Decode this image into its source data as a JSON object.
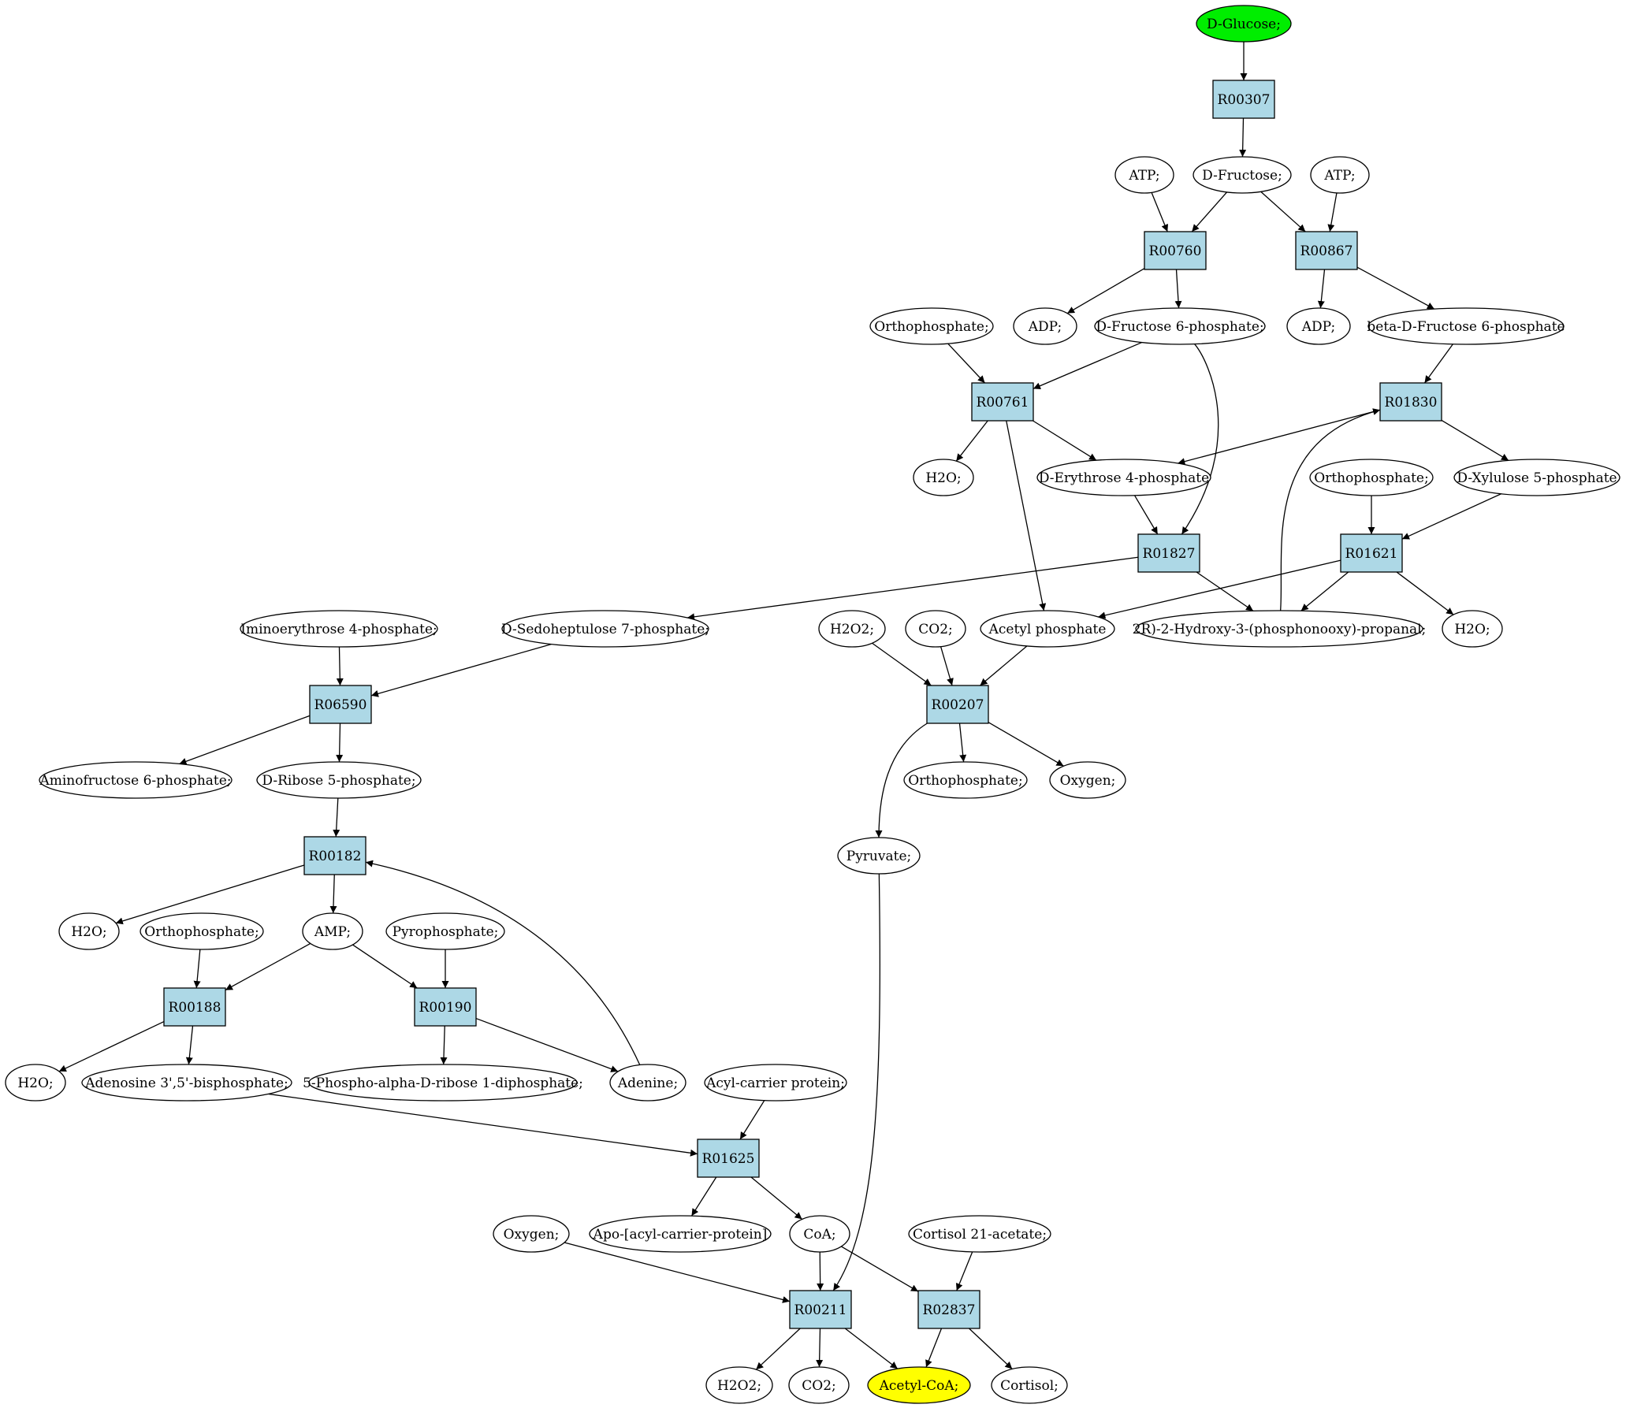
{
  "colors": {
    "reaction": "#add8e6",
    "start": "#00ee00",
    "end": "#ffff00",
    "compound": "#ffffff",
    "stroke": "#000000"
  },
  "nodes": [
    {
      "id": "glucose",
      "label": "D-Glucose;",
      "kind": "start"
    },
    {
      "id": "r00307",
      "label": "R00307",
      "kind": "reaction"
    },
    {
      "id": "atp1",
      "label": "ATP;",
      "kind": "compound"
    },
    {
      "id": "fructose",
      "label": "D-Fructose;",
      "kind": "compound"
    },
    {
      "id": "atp2",
      "label": "ATP;",
      "kind": "compound"
    },
    {
      "id": "r00760",
      "label": "R00760",
      "kind": "reaction"
    },
    {
      "id": "r00867",
      "label": "R00867",
      "kind": "reaction"
    },
    {
      "id": "ortho1",
      "label": "Orthophosphate;",
      "kind": "compound"
    },
    {
      "id": "adp1",
      "label": "ADP;",
      "kind": "compound"
    },
    {
      "id": "f6p",
      "label": "D-Fructose 6-phosphate;",
      "kind": "compound"
    },
    {
      "id": "adp2",
      "label": "ADP;",
      "kind": "compound"
    },
    {
      "id": "bf6p",
      "label": "beta-D-Fructose 6-phosphate",
      "kind": "compound"
    },
    {
      "id": "r00761",
      "label": "R00761",
      "kind": "reaction"
    },
    {
      "id": "r01830",
      "label": "R01830",
      "kind": "reaction"
    },
    {
      "id": "h2o1",
      "label": "H2O;",
      "kind": "compound"
    },
    {
      "id": "e4p",
      "label": "D-Erythrose 4-phosphate",
      "kind": "compound"
    },
    {
      "id": "ortho2",
      "label": "Orthophosphate;",
      "kind": "compound"
    },
    {
      "id": "x5p",
      "label": "D-Xylulose 5-phosphate",
      "kind": "compound"
    },
    {
      "id": "r01827",
      "label": "R01827",
      "kind": "reaction"
    },
    {
      "id": "r01621",
      "label": "R01621",
      "kind": "reaction"
    },
    {
      "id": "imino",
      "label": "Iminoerythrose 4-phosphate;",
      "kind": "compound"
    },
    {
      "id": "s7p",
      "label": "D-Sedoheptulose 7-phosphate;",
      "kind": "compound"
    },
    {
      "id": "h2o2a",
      "label": "H2O2;",
      "kind": "compound"
    },
    {
      "id": "co2a",
      "label": "CO2;",
      "kind": "compound"
    },
    {
      "id": "acp",
      "label": "Acetyl phosphate",
      "kind": "compound"
    },
    {
      "id": "g3p",
      "label": "2R)-2-Hydroxy-3-(phosphonooxy)-propanal;",
      "kind": "compound"
    },
    {
      "id": "h2o2",
      "label": "H2O;",
      "kind": "compound"
    },
    {
      "id": "r06590",
      "label": "R06590",
      "kind": "reaction"
    },
    {
      "id": "r00207",
      "label": "R00207",
      "kind": "reaction"
    },
    {
      "id": "amino",
      "label": "Aminofructose 6-phosphate;",
      "kind": "compound"
    },
    {
      "id": "r5p",
      "label": "D-Ribose 5-phosphate;",
      "kind": "compound"
    },
    {
      "id": "ortho3",
      "label": "Orthophosphate;",
      "kind": "compound"
    },
    {
      "id": "oxy1",
      "label": "Oxygen;",
      "kind": "compound"
    },
    {
      "id": "r00182",
      "label": "R00182",
      "kind": "reaction"
    },
    {
      "id": "pyruvate",
      "label": "Pyruvate;",
      "kind": "compound"
    },
    {
      "id": "h2o3",
      "label": "H2O;",
      "kind": "compound"
    },
    {
      "id": "ortho4",
      "label": "Orthophosphate;",
      "kind": "compound"
    },
    {
      "id": "amp",
      "label": "AMP;",
      "kind": "compound"
    },
    {
      "id": "ppi",
      "label": "Pyrophosphate;",
      "kind": "compound"
    },
    {
      "id": "r00188",
      "label": "R00188",
      "kind": "reaction"
    },
    {
      "id": "r00190",
      "label": "R00190",
      "kind": "reaction"
    },
    {
      "id": "h2o4",
      "label": "H2O;",
      "kind": "compound"
    },
    {
      "id": "pap",
      "label": "Adenosine 3',5'-bisphosphate;",
      "kind": "compound"
    },
    {
      "id": "prpp",
      "label": "5-Phospho-alpha-D-ribose 1-diphosphate;",
      "kind": "compound"
    },
    {
      "id": "adenine",
      "label": "Adenine;",
      "kind": "compound"
    },
    {
      "id": "acyl",
      "label": "Acyl-carrier protein;",
      "kind": "compound"
    },
    {
      "id": "r01625",
      "label": "R01625",
      "kind": "reaction"
    },
    {
      "id": "oxy2",
      "label": "Oxygen;",
      "kind": "compound"
    },
    {
      "id": "apo",
      "label": "Apo-[acyl-carrier-protein]",
      "kind": "compound"
    },
    {
      "id": "coa",
      "label": "CoA;",
      "kind": "compound"
    },
    {
      "id": "cortacet",
      "label": "Cortisol 21-acetate;",
      "kind": "compound"
    },
    {
      "id": "r00211",
      "label": "R00211",
      "kind": "reaction"
    },
    {
      "id": "r02837",
      "label": "R02837",
      "kind": "reaction"
    },
    {
      "id": "h2o2b",
      "label": "H2O2;",
      "kind": "compound"
    },
    {
      "id": "co2b",
      "label": "CO2;",
      "kind": "compound"
    },
    {
      "id": "acetylcoa",
      "label": "Acetyl-CoA;",
      "kind": "end"
    },
    {
      "id": "cortisol",
      "label": "Cortisol;",
      "kind": "compound"
    }
  ],
  "edges": [
    [
      "glucose",
      "r00307"
    ],
    [
      "r00307",
      "fructose"
    ],
    [
      "atp1",
      "r00760"
    ],
    [
      "fructose",
      "r00760"
    ],
    [
      "fructose",
      "r00867"
    ],
    [
      "atp2",
      "r00867"
    ],
    [
      "r00760",
      "adp1"
    ],
    [
      "r00760",
      "f6p"
    ],
    [
      "r00867",
      "adp2"
    ],
    [
      "r00867",
      "bf6p"
    ],
    [
      "ortho1",
      "r00761"
    ],
    [
      "f6p",
      "r00761"
    ],
    [
      "f6p",
      "r01827"
    ],
    [
      "bf6p",
      "r01830"
    ],
    [
      "r00761",
      "h2o1"
    ],
    [
      "r00761",
      "e4p"
    ],
    [
      "r00761",
      "acp"
    ],
    [
      "r01830",
      "e4p"
    ],
    [
      "r01830",
      "x5p"
    ],
    [
      "g3p",
      "r01830"
    ],
    [
      "e4p",
      "r01827"
    ],
    [
      "ortho2",
      "r01621"
    ],
    [
      "x5p",
      "r01621"
    ],
    [
      "r01827",
      "s7p"
    ],
    [
      "r01827",
      "g3p"
    ],
    [
      "r01621",
      "acp"
    ],
    [
      "r01621",
      "g3p"
    ],
    [
      "r01621",
      "h2o2"
    ],
    [
      "imino",
      "r06590"
    ],
    [
      "s7p",
      "r06590"
    ],
    [
      "h2o2a",
      "r00207"
    ],
    [
      "co2a",
      "r00207"
    ],
    [
      "acp",
      "r00207"
    ],
    [
      "r06590",
      "amino"
    ],
    [
      "r06590",
      "r5p"
    ],
    [
      "r00207",
      "ortho3"
    ],
    [
      "r00207",
      "oxy1"
    ],
    [
      "r00207",
      "pyruvate"
    ],
    [
      "r5p",
      "r00182"
    ],
    [
      "adenine",
      "r00182"
    ],
    [
      "r00182",
      "h2o3"
    ],
    [
      "r00182",
      "amp"
    ],
    [
      "ortho4",
      "r00188"
    ],
    [
      "amp",
      "r00188"
    ],
    [
      "amp",
      "r00190"
    ],
    [
      "ppi",
      "r00190"
    ],
    [
      "r00188",
      "h2o4"
    ],
    [
      "r00188",
      "pap"
    ],
    [
      "r00190",
      "prpp"
    ],
    [
      "r00190",
      "adenine"
    ],
    [
      "pap",
      "r01625"
    ],
    [
      "acyl",
      "r01625"
    ],
    [
      "r01625",
      "apo"
    ],
    [
      "r01625",
      "coa"
    ],
    [
      "oxy2",
      "r00211"
    ],
    [
      "coa",
      "r00211"
    ],
    [
      "pyruvate",
      "r00211"
    ],
    [
      "coa",
      "r02837"
    ],
    [
      "cortacet",
      "r02837"
    ],
    [
      "r00211",
      "h2o2b"
    ],
    [
      "r00211",
      "co2b"
    ],
    [
      "r00211",
      "acetylcoa"
    ],
    [
      "r02837",
      "acetylcoa"
    ],
    [
      "r02837",
      "cortisol"
    ]
  ]
}
